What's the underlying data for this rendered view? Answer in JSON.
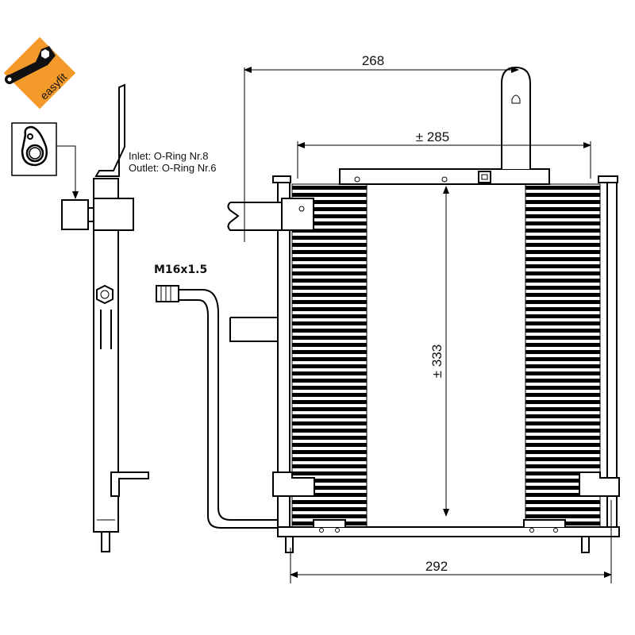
{
  "logo": {
    "text": "easyfit",
    "color": "#f39a2a"
  },
  "labels": {
    "inlet": "Inlet: O-Ring Nr.8",
    "outlet": "Outlet: O-Ring Nr.6",
    "thread": "M16x1.5"
  },
  "dimensions": {
    "top_width": "268",
    "core_width": "± 285",
    "core_height": "± 333",
    "bottom_width": "292"
  }
}
